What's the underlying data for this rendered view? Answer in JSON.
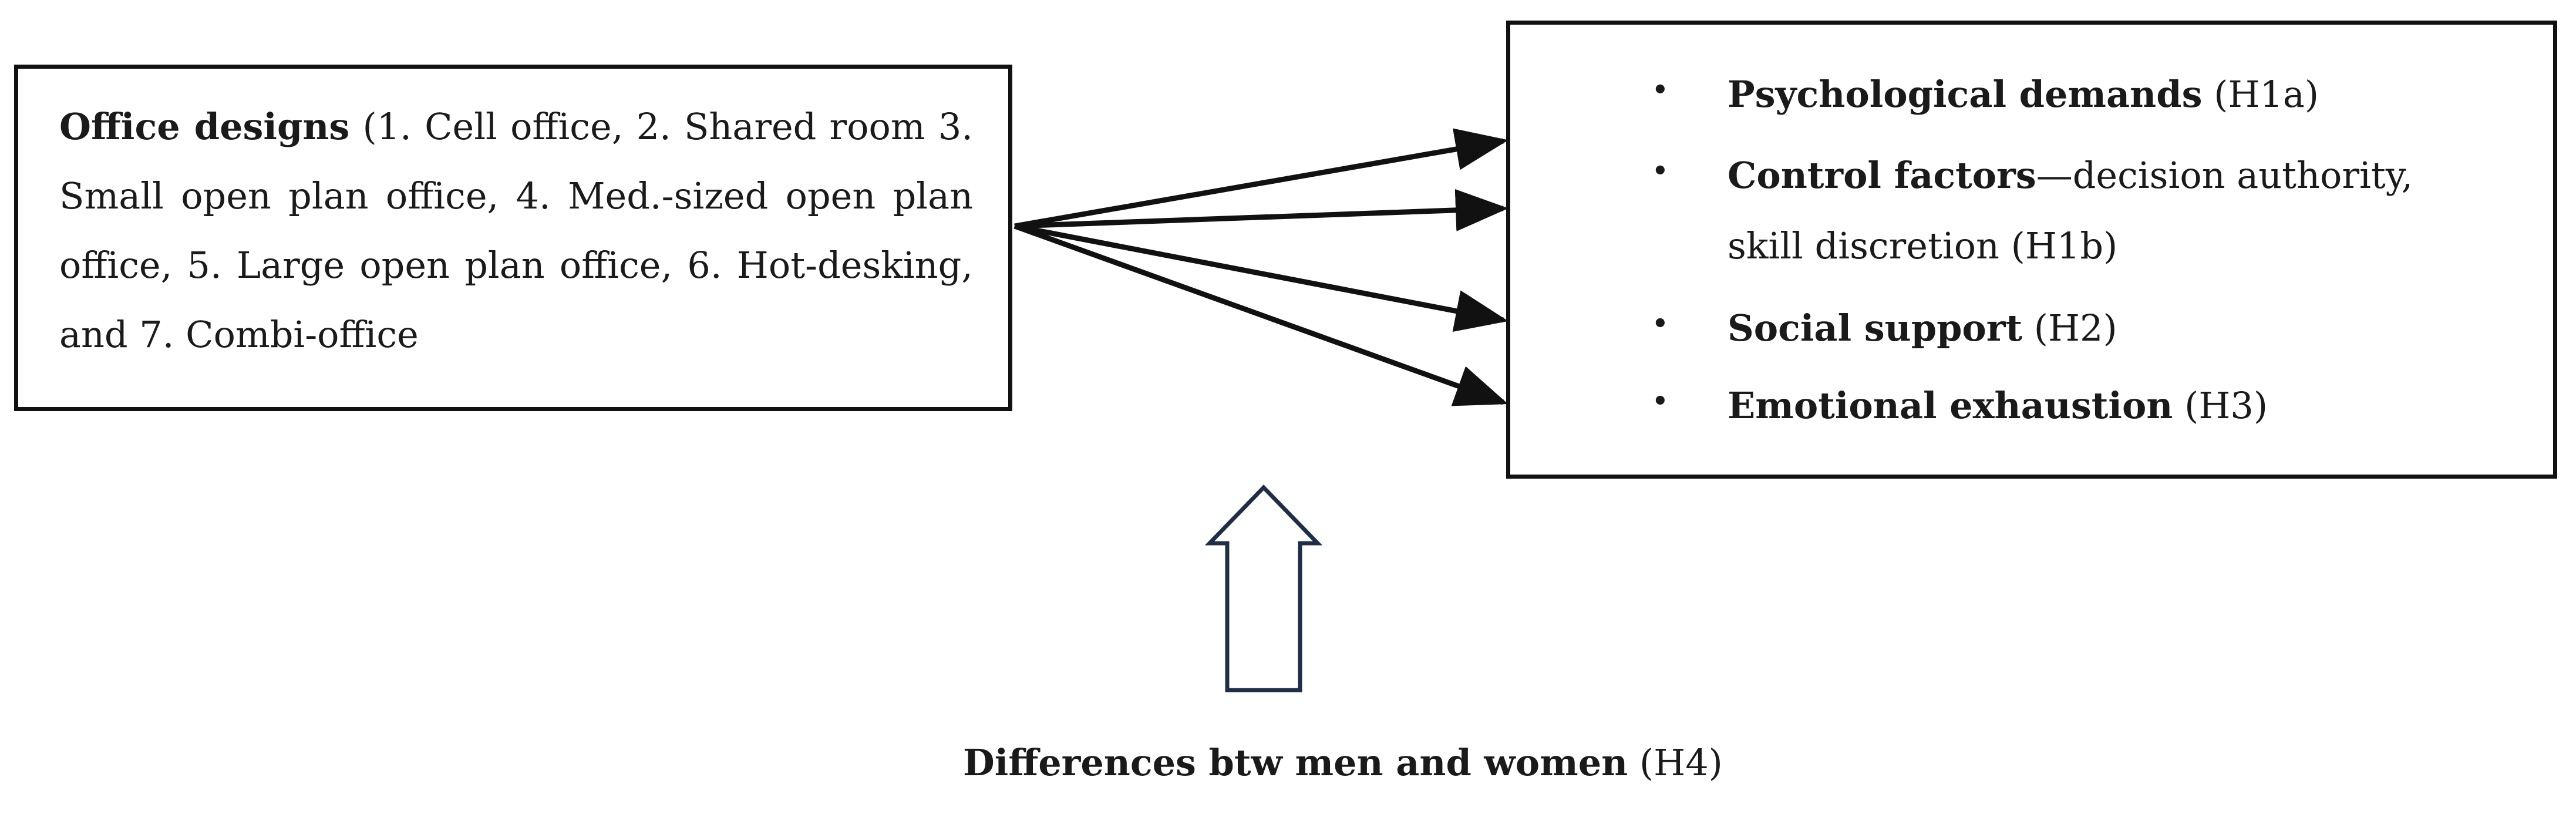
{
  "left_box": {
    "bold": "Office designs",
    "text": " (1. Cell office, 2. Shared room 3. Small open plan office, 4. Med.-sized open plan office, 5. Large open plan office, 6. Hot-desking, and 7. Combi-office"
  },
  "right_box": {
    "bullet_symbol": "•",
    "items": [
      {
        "bold": "Psychological demands",
        "rest": " (H1a)",
        "cont": ""
      },
      {
        "bold": "Control factors",
        "rest": "—decision authority,",
        "cont": "skill discretion (H1b)"
      },
      {
        "bold": "Social support",
        "rest": " (H2)",
        "cont": ""
      },
      {
        "bold": "Emotional exhaustion",
        "rest": " (H3)",
        "cont": ""
      }
    ]
  },
  "bottom_label": {
    "bold": "Differences btw men and women",
    "rest": " (H4)"
  }
}
